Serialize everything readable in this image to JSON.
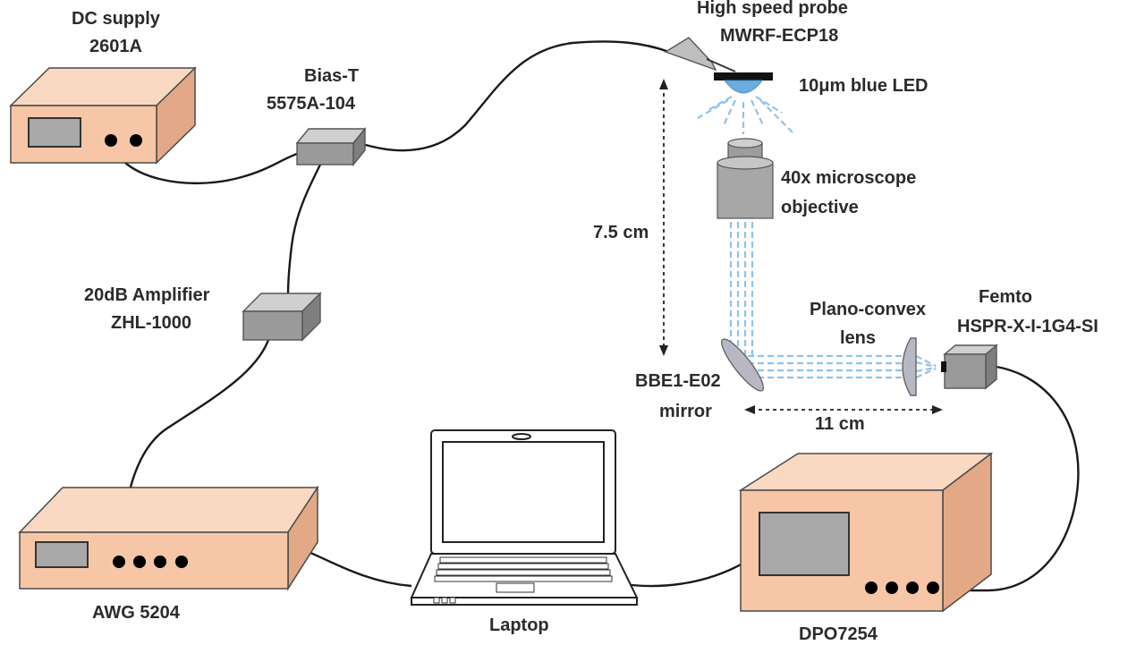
{
  "labels": {
    "dc_supply_line1": "DC supply",
    "dc_supply_line2": "2601A",
    "bias_t_line1": "Bias-T",
    "bias_t_line2": "5575A-104",
    "probe_line1": "High speed probe",
    "probe_line2": "MWRF-ECP18",
    "led": "10μm blue LED",
    "objective_line1": "40x microscope",
    "objective_line2": "objective",
    "distance_vertical": "7.5 cm",
    "amplifier_line1": "20dB Amplifier",
    "amplifier_line2": "ZHL-1000",
    "lens_line1": "Plano-convex",
    "lens_line2": "lens",
    "detector_line1": "Femto",
    "detector_line2": "HSPR-X-I-1G4-SI",
    "mirror_line1": "BBE1-E02",
    "mirror_line2": "mirror",
    "distance_horizontal": "11 cm",
    "awg": "AWG 5204",
    "laptop": "Laptop",
    "oscilloscope": "DPO7254"
  },
  "colors": {
    "instrument_body": "#f6c6a6",
    "instrument_screen": "#a8a8a8",
    "module_grey": "#9a9a9a",
    "beam": "#8fc3e8",
    "led_glow": "#6aaee0"
  }
}
